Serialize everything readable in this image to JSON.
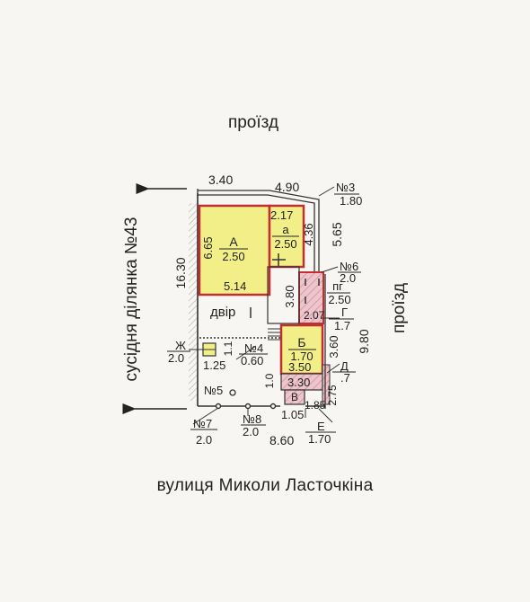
{
  "labels": {
    "top_road": "проїзд",
    "right_road": "проїзд",
    "neighbor": "сусідня ділянка №43",
    "street": "вулиця Миколи Ласточкіна",
    "yard": "двір"
  },
  "buildings": {
    "A": {
      "letter": "А",
      "height": "2.50"
    },
    "a": {
      "letter": "а",
      "height": "2.50"
    },
    "B": {
      "letter": "Б",
      "height": "1.70"
    },
    "pg": {
      "letter": "пг",
      "height": "2.50"
    },
    "V": {
      "letter": "В"
    }
  },
  "structures": {
    "n3": {
      "name": "№3",
      "value": "1.80"
    },
    "n6": {
      "name": "№6",
      "value": "2.0"
    },
    "n4": {
      "name": "№4",
      "value": "0.60"
    },
    "n5": {
      "name": "№5"
    },
    "n7": {
      "name": "№7",
      "value": "2.0"
    },
    "n8": {
      "name": "№8",
      "value": "2.0"
    },
    "zh": {
      "name": "Ж",
      "value": "2.0"
    },
    "g": {
      "name": "Г",
      "value": "1.7"
    },
    "d": {
      "name": "Д",
      "value": ".7"
    },
    "e": {
      "name": "Е",
      "value": "1.70"
    }
  },
  "dimensions": {
    "top_left": "3.40",
    "top_right": "4.90",
    "left_total": "16.30",
    "a_height": "6.65",
    "a_width": "5.14",
    "sa_top": "2.17",
    "right_upper": "4.36",
    "right_outer": "5.65",
    "mid_3_80": "3.80",
    "b_top": "2.07",
    "b_width": "3.50",
    "b_height": "3.60",
    "right_total": "9.80",
    "under_b": "3.30",
    "d_len": "2.75",
    "v_len": "1.85",
    "gate": "1.05",
    "bottom_total": "8.60",
    "zh_w": "1.25",
    "n4_v": "1.1",
    "n5_v": "1.0"
  },
  "colors": {
    "red": "#c03030",
    "yellow": "#f3ef88",
    "pink": "#e9bcc3",
    "ink": "#222222",
    "hatch": "#cfcfcf"
  }
}
